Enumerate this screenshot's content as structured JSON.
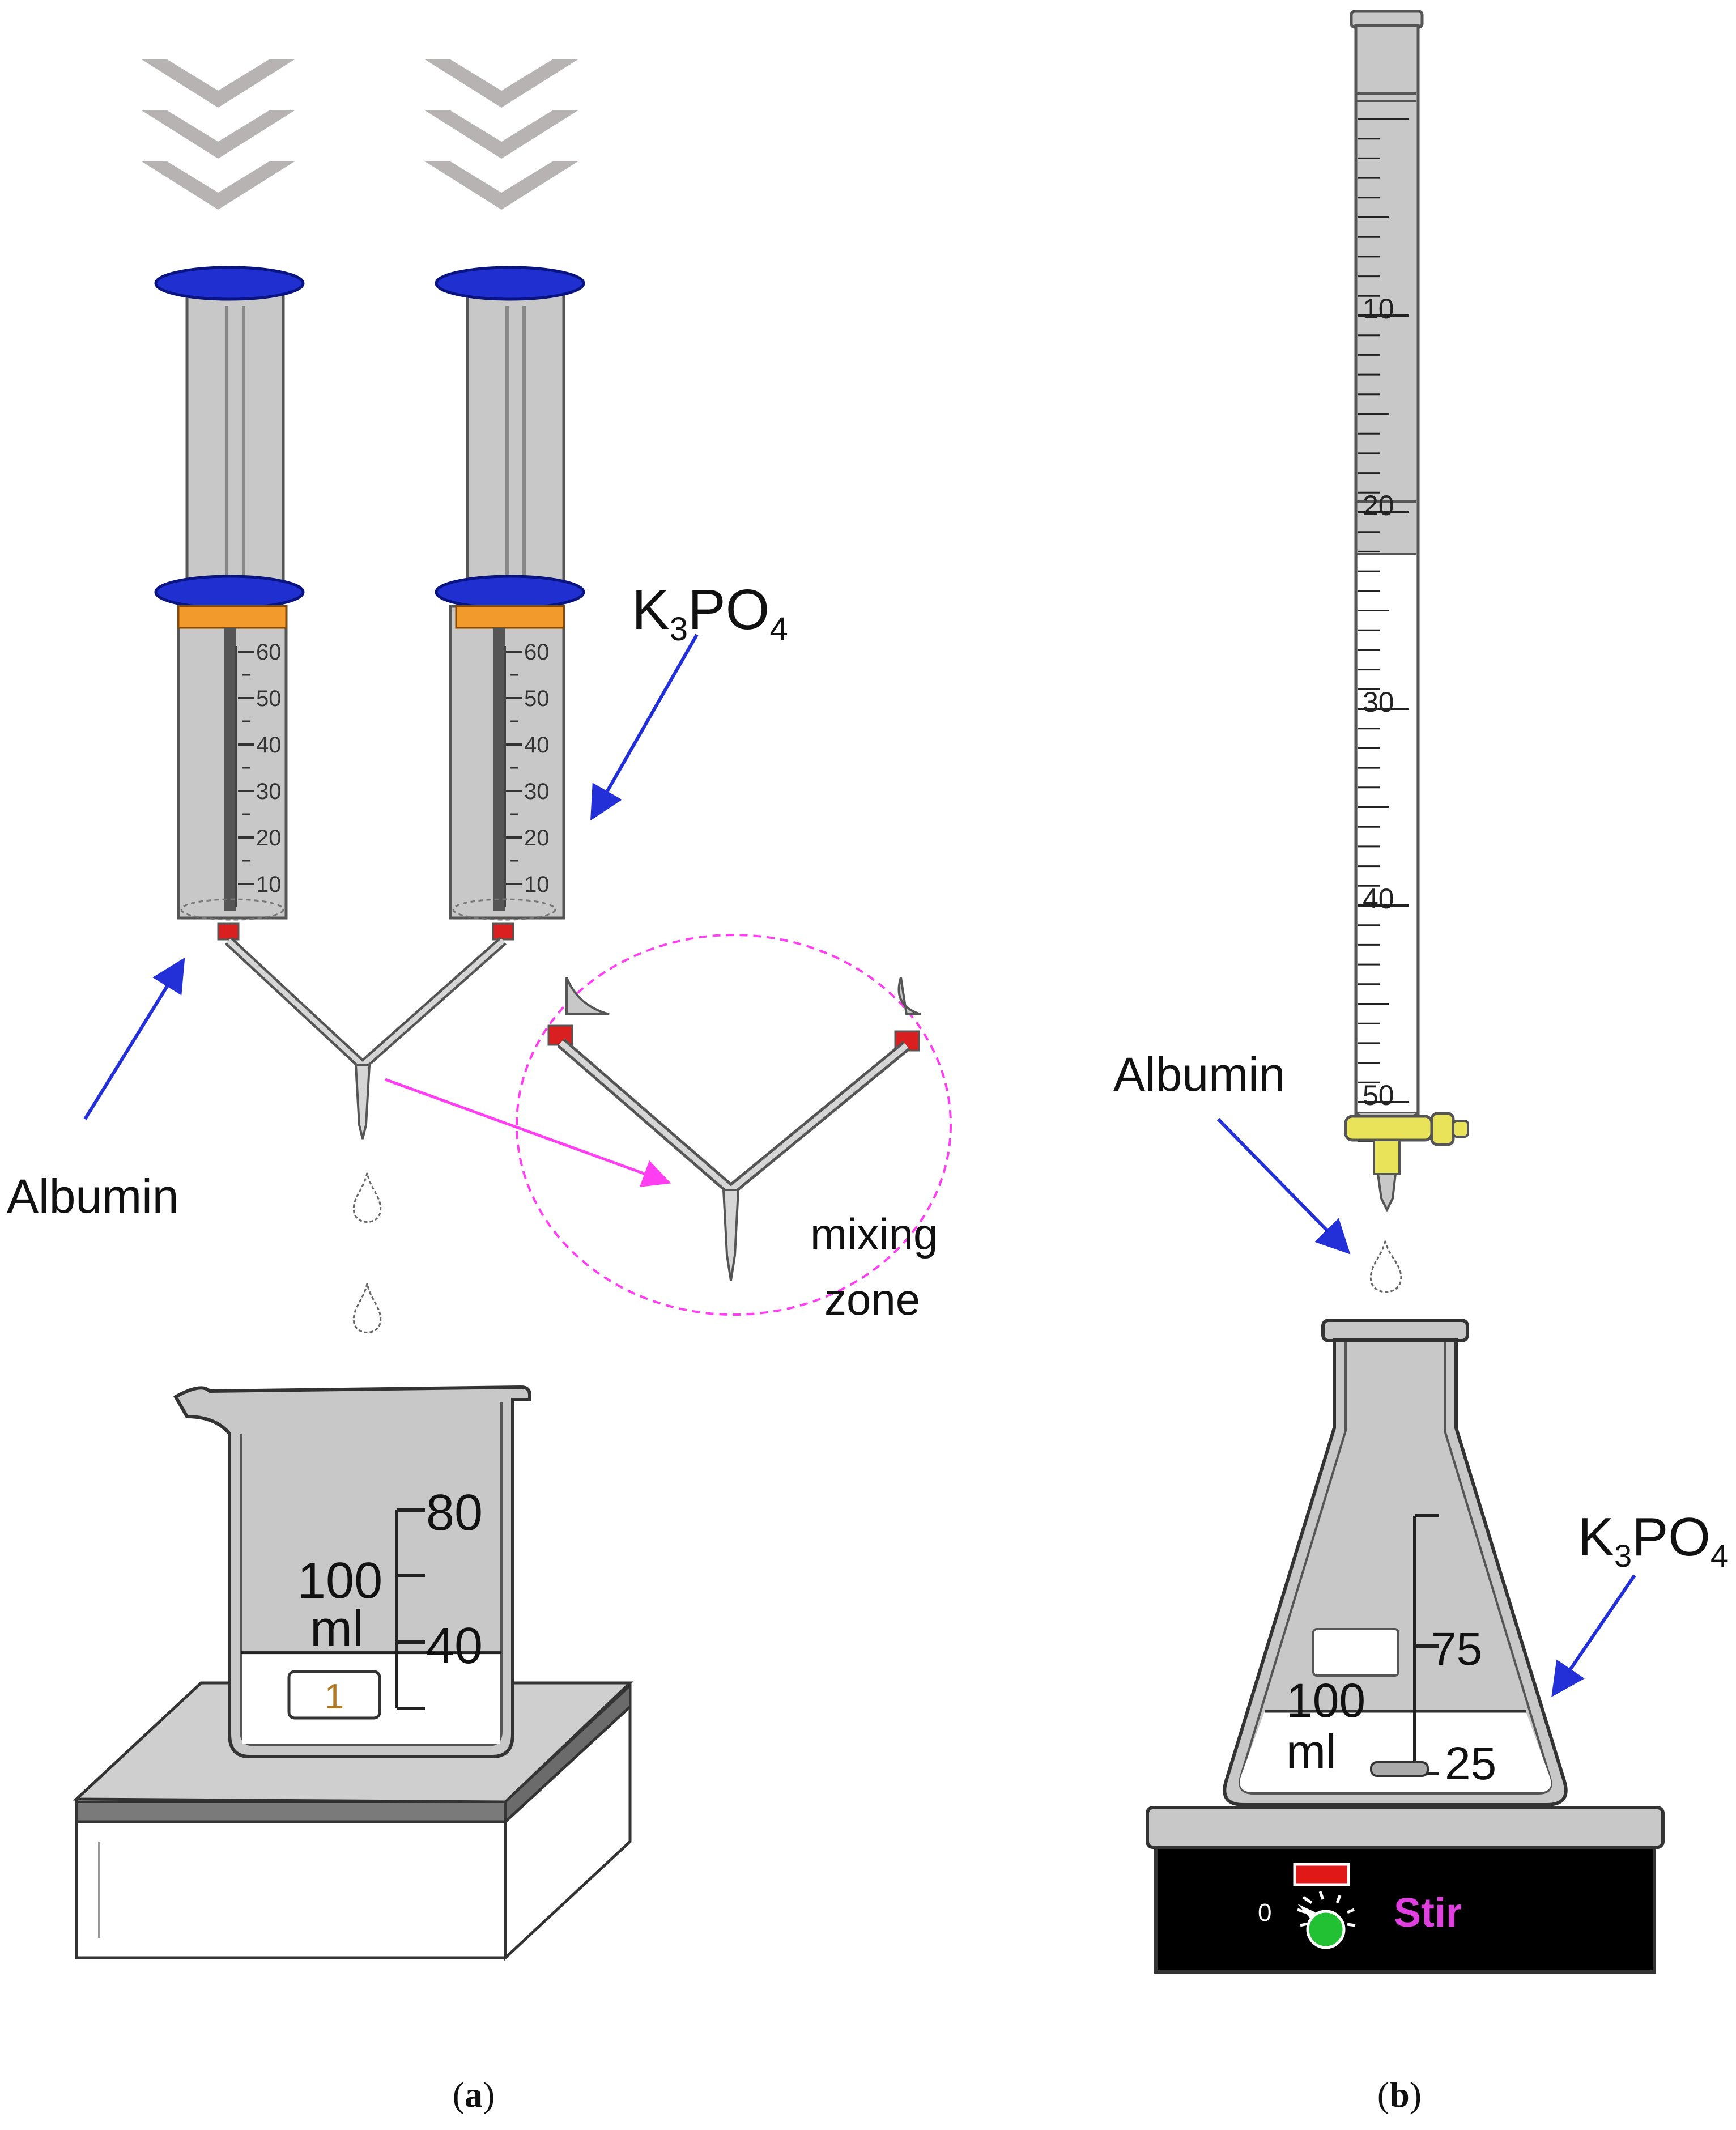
{
  "panel_a": {
    "caption_open": "(",
    "caption_letter": "a",
    "caption_close": ")",
    "label_albumin": "Albumin",
    "label_k3po4_k": "K",
    "label_k3po4_3": "3",
    "label_k3po4_po": "PO",
    "label_k3po4_4": "4",
    "label_mixing": "mixing",
    "label_zone": "zone",
    "syringe_ticks": [
      "60",
      "50",
      "40",
      "30",
      "20",
      "10"
    ],
    "beaker_scale_top": "80",
    "beaker_scale_mid": "40",
    "beaker_volume_number": "100",
    "beaker_volume_unit": "ml",
    "balance_display": "1",
    "beaker_fill_fraction": 0.27
  },
  "panel_b": {
    "caption_open": "(",
    "caption_letter": "b",
    "caption_close": ")",
    "label_albumin": "Albumin",
    "label_k3po4_k": "K",
    "label_k3po4_3": "3",
    "label_k3po4_po": "PO",
    "label_k3po4_4": "4",
    "burette_ticks": [
      "10",
      "20",
      "30",
      "40",
      "50"
    ],
    "flask_scale_top": "75",
    "flask_scale_bottom": "25",
    "flask_volume_number": "100",
    "flask_volume_unit": "ml",
    "stirrer_label": "Stir",
    "stirrer_zero": "0"
  },
  "colors": {
    "glass": "#c8c8c8",
    "outline": "#555555",
    "syringe_cap": "#1f2fd0",
    "syringe_ring": "#f39a2c",
    "chevron": "#b7b3b3",
    "arrow_blue": "#2330d8",
    "arrow_magenta": "#ff3ef2",
    "stir_text": "#e040e0",
    "led_red": "#e01818",
    "knob_green": "#22c033",
    "stopcock_yellow": "#e9e35a"
  }
}
